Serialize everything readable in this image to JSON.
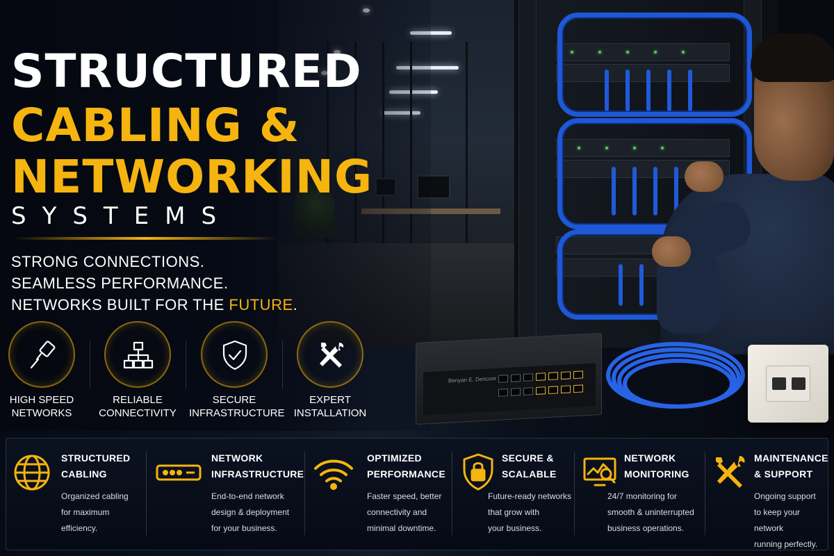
{
  "hero": {
    "title_line1": "STRUCTURED",
    "title_line2": "CABLING &",
    "title_line3": "NETWORKING",
    "title_line4": "SYSTEMS",
    "tagline_line1": "STRONG CONNECTIONS.",
    "tagline_line2": "SEAMLESS PERFORMANCE.",
    "tagline_line3_prefix": "NETWORKS BUILT FOR THE ",
    "tagline_line3_accent": "FUTURE",
    "tagline_line3_suffix": "."
  },
  "features": [
    {
      "icon": "ethernet-plug-icon",
      "line1": "HIGH SPEED",
      "line2": "NETWORKS"
    },
    {
      "icon": "network-topology-icon",
      "line1": "RELIABLE",
      "line2": "CONNECTIVITY"
    },
    {
      "icon": "shield-check-icon",
      "line1": "SECURE",
      "line2": "INFRASTRUCTURE"
    },
    {
      "icon": "tools-icon",
      "line1": "EXPERT",
      "line2": "INSTALLATION"
    }
  ],
  "switch_brand": "Benyan E. Dencoor",
  "services": [
    {
      "icon": "globe-icon",
      "title1": "STRUCTURED",
      "title2": "CABLING",
      "desc1": "Organized cabling",
      "desc2": "for maximum",
      "desc3": "efficiency."
    },
    {
      "icon": "router-icon",
      "title1": "NETWORK",
      "title2": "INFRASTRUCTURE",
      "desc1": "End-to-end network",
      "desc2": "design & deployment",
      "desc3": "for your business."
    },
    {
      "icon": "wifi-icon",
      "title1": "OPTIMIZED",
      "title2": "PERFORMANCE",
      "desc1": "Faster speed, better",
      "desc2": "connectivity and",
      "desc3": "minimal downtime."
    },
    {
      "icon": "lock-shield-icon",
      "title1": "SECURE &",
      "title2": "SCALABLE",
      "desc1": "Future-ready networks",
      "desc2": "that grow with",
      "desc3": "your business."
    },
    {
      "icon": "monitoring-icon",
      "title1": "NETWORK",
      "title2": "MONITORING",
      "desc1": "24/7 monitoring for",
      "desc2": "smooth & uninterrupted",
      "desc3": "business operations."
    },
    {
      "icon": "wrench-screwdriver-icon",
      "title1": "MAINTENANCE",
      "title2": "& SUPPORT",
      "desc1": "Ongoing support",
      "desc2": "to keep your network",
      "desc3": "running perfectly."
    }
  ],
  "colors": {
    "accent": "#f5b40f",
    "background": "#05080f",
    "cable_blue": "#1e58d6",
    "text": "#ffffff"
  }
}
